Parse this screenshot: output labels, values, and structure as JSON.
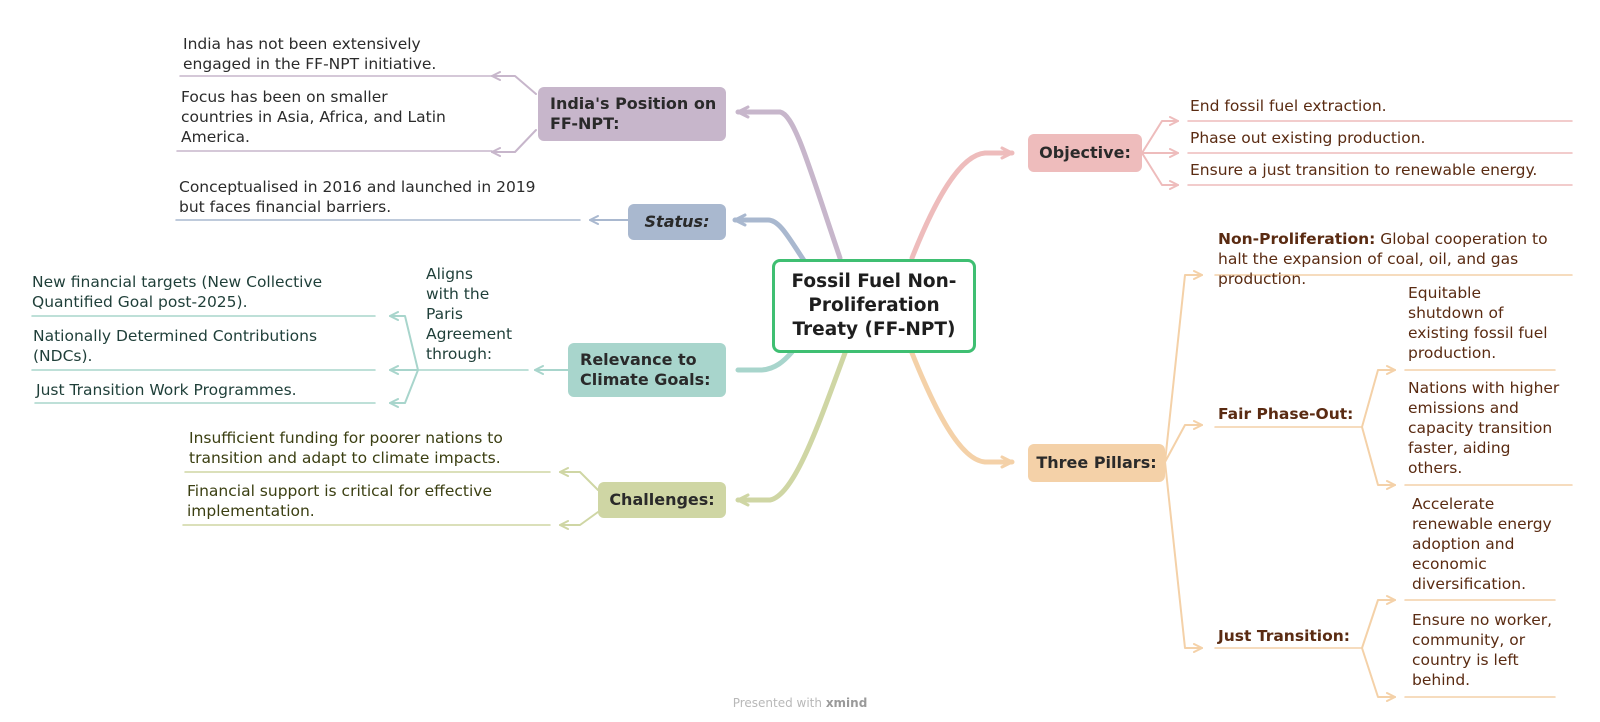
{
  "central": "Fossil Fuel Non-\nProliferation\nTreaty (FF-NPT)",
  "colors": {
    "india": "#c7b6cb",
    "status": "#a9b8cf",
    "relevance": "#a8d5cc",
    "challenges": "#cfd6a4",
    "objective": "#eebcbc",
    "pillars": "#f4d1a8",
    "central_border": "#3fbf72"
  },
  "india": {
    "label": "India's Position on\nFF-NPT:",
    "items": [
      "India has not been extensively\nengaged in the FF-NPT initiative.",
      "Focus has been on smaller\ncountries in Asia, Africa, and Latin\nAmerica."
    ]
  },
  "status": {
    "label": "Status:",
    "items": [
      "Conceptualised in 2016 and launched in 2019\nbut faces financial barriers."
    ]
  },
  "relevance": {
    "label": "Relevance to\nClimate Goals:",
    "sub_label": "Aligns\nwith the\nParis\nAgreement\n through:",
    "items": [
      "New financial targets (New Collective\nQuantified Goal post-2025).",
      "Nationally Determined Contributions\n(NDCs).",
      "Just Transition Work Programmes."
    ]
  },
  "challenges": {
    "label": "Challenges:",
    "items": [
      "Insufficient funding for poorer nations to\ntransition and adapt to climate impacts.",
      "Financial support is critical for effective\nimplementation."
    ]
  },
  "objective": {
    "label": "Objective:",
    "items": [
      "End fossil fuel extraction.",
      "Phase out existing production.",
      "Ensure a just transition to renewable energy."
    ]
  },
  "pillars": {
    "label": "Three Pillars:",
    "non_proliferation": {
      "title": "Non-Proliferation:",
      "text": " Global cooperation to",
      "rest": "halt the expansion of coal, oil, and gas\nproduction."
    },
    "fair_phase_out": {
      "label": "Fair Phase-Out:",
      "items": [
        "Equitable\nshutdown of\nexisting fossil fuel\nproduction.",
        "Nations with higher\nemissions and\ncapacity transition\nfaster, aiding\nothers."
      ]
    },
    "just_transition": {
      "label": "Just Transition:",
      "items": [
        "Accelerate\nrenewable energy\nadoption and\neconomic\ndiversification.",
        "Ensure no worker,\ncommunity, or\ncountry is left\nbehind."
      ]
    }
  },
  "footer": {
    "prefix": "Presented with ",
    "brand": "xmind"
  }
}
